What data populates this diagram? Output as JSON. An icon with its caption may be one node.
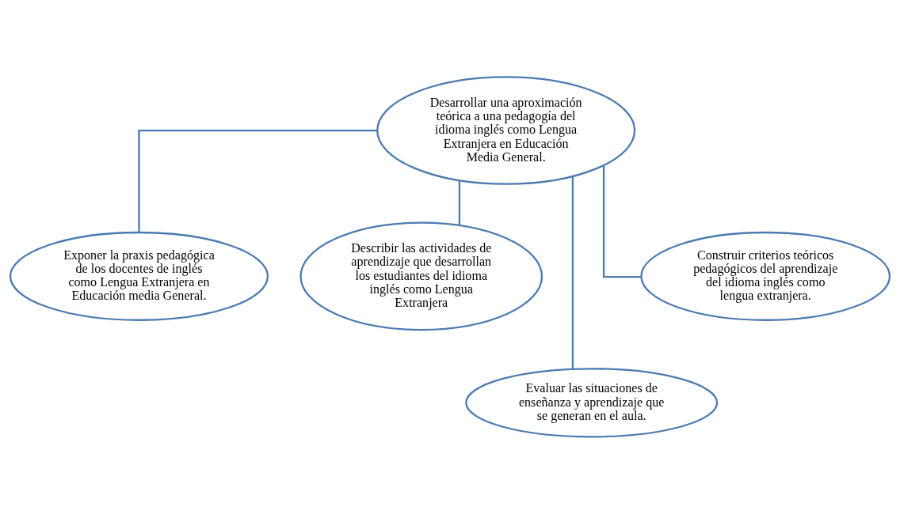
{
  "diagram": {
    "nodes": [
      {
        "text": [
          "Desarrollar una aproximación teórica a una pedagogía del idioma inglés como Lengua Extranjera en Educación Media General."
        ]
      },
      {
        "text": [
          "Exponer la praxis pedagógica de los docentes de inglés como Lengua Extranjera en Educación media General."
        ]
      },
      {
        "text": [
          "Describir las actividades de aprendizaje que desarrollan los estudiantes del idioma inglés como Lengua Extranjera"
        ]
      },
      {
        "text": [
          "Evaluar las situaciones de enseñanza y aprendizaje que se generan en el aula."
        ]
      },
      {
        "text": [
          "Construir criterios teóricos pedagógicos del aprendizaje del idioma inglés como lengua extranjera."
        ]
      }
    ],
    "edges": [
      {
        "from": 0,
        "to": 1,
        "arrow": "none"
      },
      {
        "from": 0,
        "to": 2,
        "arrow": "none"
      },
      {
        "from": 0,
        "to": 3,
        "arrow": "none"
      },
      {
        "from": 0,
        "to": 4,
        "arrow": "none"
      }
    ]
  }
}
